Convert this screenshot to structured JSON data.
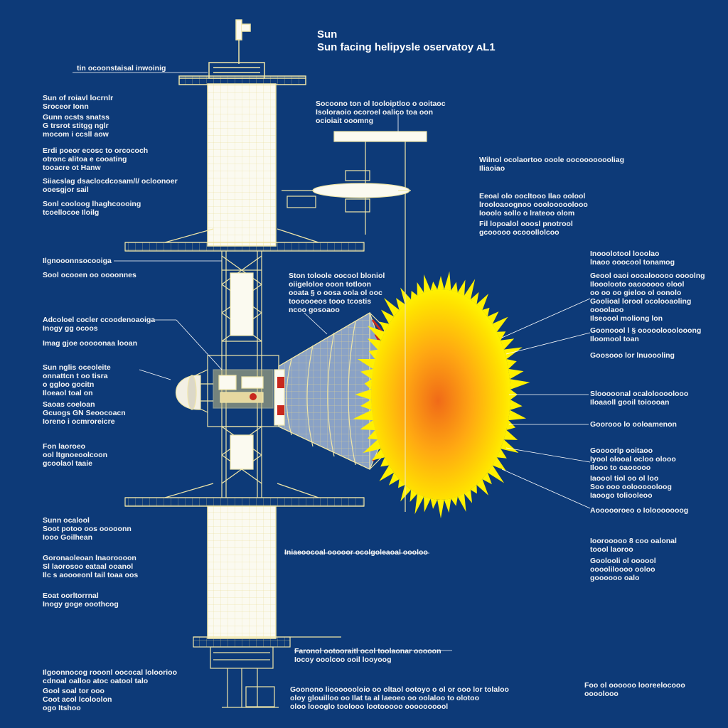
{
  "title": {
    "main": "Sun",
    "subtitle": "Sun facing helipysle oservatoy ᴀL1"
  },
  "colors": {
    "background": "#0d3a78",
    "blueprint_line": "#f0e6a8",
    "panel_fill": "#fbfaf0",
    "sun_core": "#f07818",
    "sun_mid": "#ffb010",
    "sun_edge": "#fff000",
    "shield_fill": "#8aa2c6",
    "accent_red": "#c8281e"
  },
  "labels": {
    "top_bar": [
      "tin ocoonstaisal inwoinig"
    ],
    "left_1": [
      "Sun of roiavl locrnlr",
      "Sroceor Ionn"
    ],
    "left_2": [
      "Gunn ocsts snatss",
      "G trsrot stitgg nglr",
      "mocom i ccsll aow"
    ],
    "left_3": [
      "Erdi poeor ecosc to orcococh",
      "otronc alitoa e cooating",
      "tooacre ot Hanw"
    ],
    "left_4": [
      "Siiacslag dsaclocdcosam/l/ ocloonoer",
      "ooesgjor sail"
    ],
    "left_5": [
      "Sonl cooloog lhaghcoooing",
      "tcoellocoe Iloilg"
    ],
    "left_6": [
      "Ilgnooonnsocooiga"
    ],
    "left_7": [
      "Sool ocooen oo oooonnes"
    ],
    "left_8": [
      "Adcoloel cocler ccoodenoaoiga",
      "Inogy gg ocoos"
    ],
    "left_9": [
      "Imag gjoe ooooonaa looan"
    ],
    "left_10": [
      "Sun nglis oceoleite",
      "onnattcn t oo tisra",
      "o ggloo gocitn",
      "Iloeaol toal on"
    ],
    "left_11": [
      "Saoas coeloan",
      "Gcuogs GN Seoocoacn",
      "Ioreno i ocmroreicre"
    ],
    "left_12": [
      "Fon laoroeo",
      "ool ltgnoeoolcoon",
      "gcoolaol taaie"
    ],
    "left_13": [
      "Sunn ocalool",
      "Soot potoo oos ooooonn",
      "Iooo Goilhean"
    ],
    "left_14": [
      "Goronaoleoan lnaoroooon",
      "Sl laorosoo eataal ooanol",
      "Ilc s aoooeonl tail toaa oos"
    ],
    "left_15": [
      "Eoat oorltorrnal",
      "Inogy goge ooothcog"
    ],
    "left_16": [
      "Ilgoonnocog rooonl oococal loloorioo",
      "cdnoal oalloo atoc oatool talo"
    ],
    "left_17": [
      "Gool soal tor ooo",
      "Coot acol lcoloolon",
      "ogo Itshoo"
    ],
    "center_top": [
      "Socoono ton ol Iooloiptloo o ooitaoc",
      "Isoloraoio ocoroel oalico toa oon",
      "ocioiait ooomng"
    ],
    "center_mid": [
      "Ston toloole oocool bloniol",
      "oiigeloloe ooon totloon",
      "ooata § o oosa oola ol ooc",
      "toooooeos tooo tcostis",
      "ncoo gosoaoo"
    ],
    "center_low": [
      "Iniaeoocoal ooooor ocolgoleaoal oooloo"
    ],
    "bottom_1": [
      "Faronol ootooraitl ocol toolaonar ooooon",
      "Iocoy ooolcoo ooil looyoog"
    ],
    "bottom_2": [
      "Goonono liooooooloio oo oltaol ootoyo o ol or ooo lor tolaloo",
      "oloy glouilloo oo Ilat ta al laeoeo oo oolaloo to olotoo",
      "oloo loooglo toolooo lootooooo oooooooool"
    ],
    "right_1": [
      "Wilnol ocolaortoo ooole oocoooooooliag",
      "Iliaoiao"
    ],
    "right_2": [
      "Eeoal olo oocltooo Ilao oolool",
      "lrooloaoognoo ooolooooolooo",
      "Iooolo sollo o lrateoo olom"
    ],
    "right_3": [
      "Fil lopoalol ooosl pnotrool",
      "gcooooo ocooollolcoo"
    ],
    "right_4": [
      "Inooolotool looolao",
      "lnaoo ooocool tonamog"
    ],
    "right_5": [
      "Geool oaoi oooalooooo oooolng",
      "Ilooolooto oaoooooo olool",
      "oo oo oo gieloo ol oonolo",
      "Goolioal lorool ocolooaoling",
      "oooolaoo",
      "Ilseoool moliong lon"
    ],
    "right_6": [
      "Goonoool l § ooooolooolooong",
      "Iloomool toan"
    ],
    "right_7": [
      "Goosooo lor lnuoooling"
    ],
    "right_8": [
      "Slooooonal ocaloloooolooo",
      "Iloaaoll gooil toioooan"
    ],
    "right_9": [
      "Goorooo lo ooloamenon"
    ],
    "right_10": [
      "Goooorlp ooitaoo",
      "Iyool olooal ocloo olooo",
      "Ilooo to oaooooo"
    ],
    "right_11": [
      "Iaoool tiol oo ol loo",
      "Soo ooo ooloooooloog",
      "Iaoogo toliooleoo"
    ],
    "right_12": [
      "Aoooooroeo o Iolooooooog"
    ],
    "right_13": [
      "Ioorooooo 8 coo oalonal",
      "toool laoroo"
    ],
    "right_14": [
      "Goolooli ol oooool",
      "ooooliloooo ooloo",
      "goooooo oalo"
    ],
    "right_15": [
      "Foo ol oooooo looreelocooo",
      "oooolooo"
    ]
  }
}
